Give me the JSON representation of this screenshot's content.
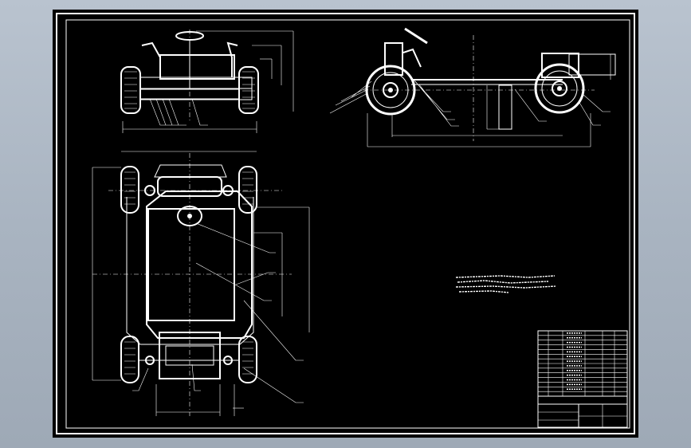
{
  "drawing": {
    "background_color": "#000000",
    "line_color": "#ffffff",
    "frame_color": "#a9b4c1",
    "views": [
      "front-view",
      "side-view",
      "top-view"
    ]
  },
  "technical_requirements": {
    "lines": [
      "",
      "",
      ""
    ]
  },
  "title_block": {
    "part_list_rows": 14,
    "title": "",
    "scale": "",
    "sheet": ""
  }
}
